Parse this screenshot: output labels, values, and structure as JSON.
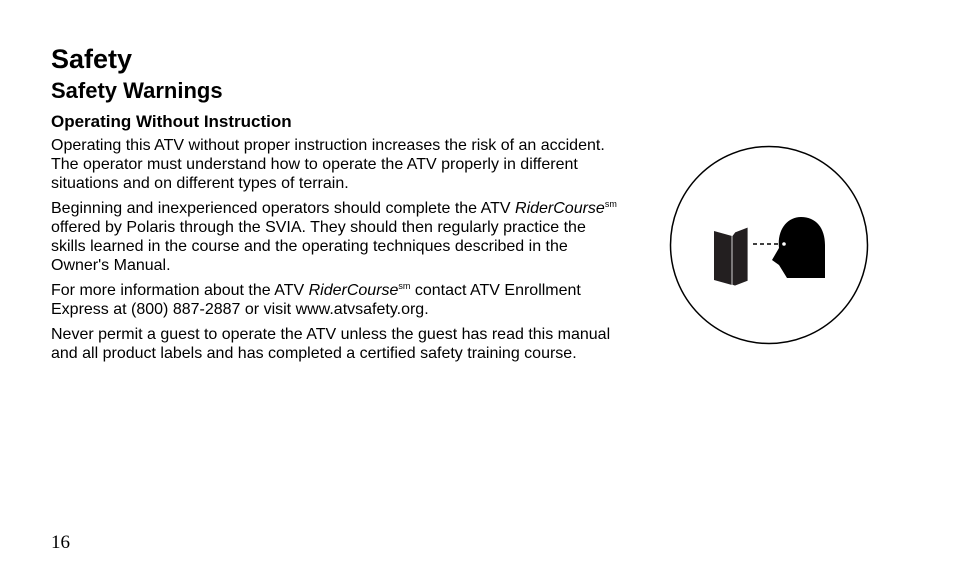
{
  "page": {
    "title": "Safety",
    "section_title": "Safety Warnings",
    "subsection_title": "Operating Without Instruction",
    "page_number": "16"
  },
  "paragraphs": {
    "p1": "Operating this ATV without proper instruction increases the risk of an accident. The operator must understand how to operate the ATV properly in different situations and on different types of terrain.",
    "p2_start": "Beginning and inexperienced operators should complete the ATV ",
    "p2_italic": "RiderCourse",
    "p2_sup": "sm",
    "p2_end": " offered by Polaris through the SVIA. They should then regularly practice the skills learned in the course and the operating techniques described in the Owner's Manual.",
    "p3_start": "For more information about the ATV ",
    "p3_italic": "RiderCourse",
    "p3_sup": "sm",
    "p3_end": " contact ATV Enrollment Express at (800) 887-2887 or visit www.atvsafety.org.",
    "p4": "Never permit a guest to operate the ATV unless the guest has read this manual and all product labels and has completed a certified safety training course."
  },
  "illustration": {
    "icon": "read-manual-icon",
    "ink_color": "#000000",
    "book_color": "#231f20"
  }
}
